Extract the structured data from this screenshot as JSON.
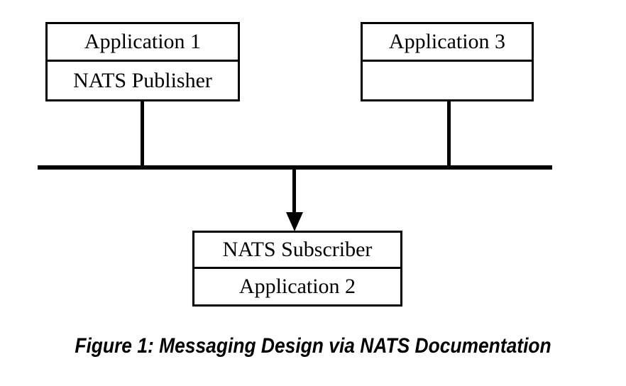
{
  "figure": {
    "caption": "Figure 1: Messaging Design via NATS Documentation",
    "background_color": "#ffffff",
    "line_color": "#000000"
  },
  "diagram": {
    "type": "block-diagram",
    "description": "NATS publish/subscribe messaging bus diagram",
    "nodes": [
      {
        "id": "app1",
        "top_label": "Application 1",
        "bottom_label": "NATS Publisher",
        "position": "top-left"
      },
      {
        "id": "app3",
        "top_label": "Application 3",
        "bottom_label": "",
        "position": "top-right"
      },
      {
        "id": "app2",
        "top_label": "NATS Subscriber",
        "bottom_label": "Application 2",
        "position": "bottom-center"
      }
    ],
    "bus": {
      "label": "",
      "orientation": "horizontal"
    },
    "connectors": [
      {
        "from": "app1",
        "to": "bus",
        "arrow": false
      },
      {
        "from": "app3",
        "to": "bus",
        "arrow": false
      },
      {
        "from": "bus",
        "to": "app2",
        "arrow": true
      }
    ]
  }
}
